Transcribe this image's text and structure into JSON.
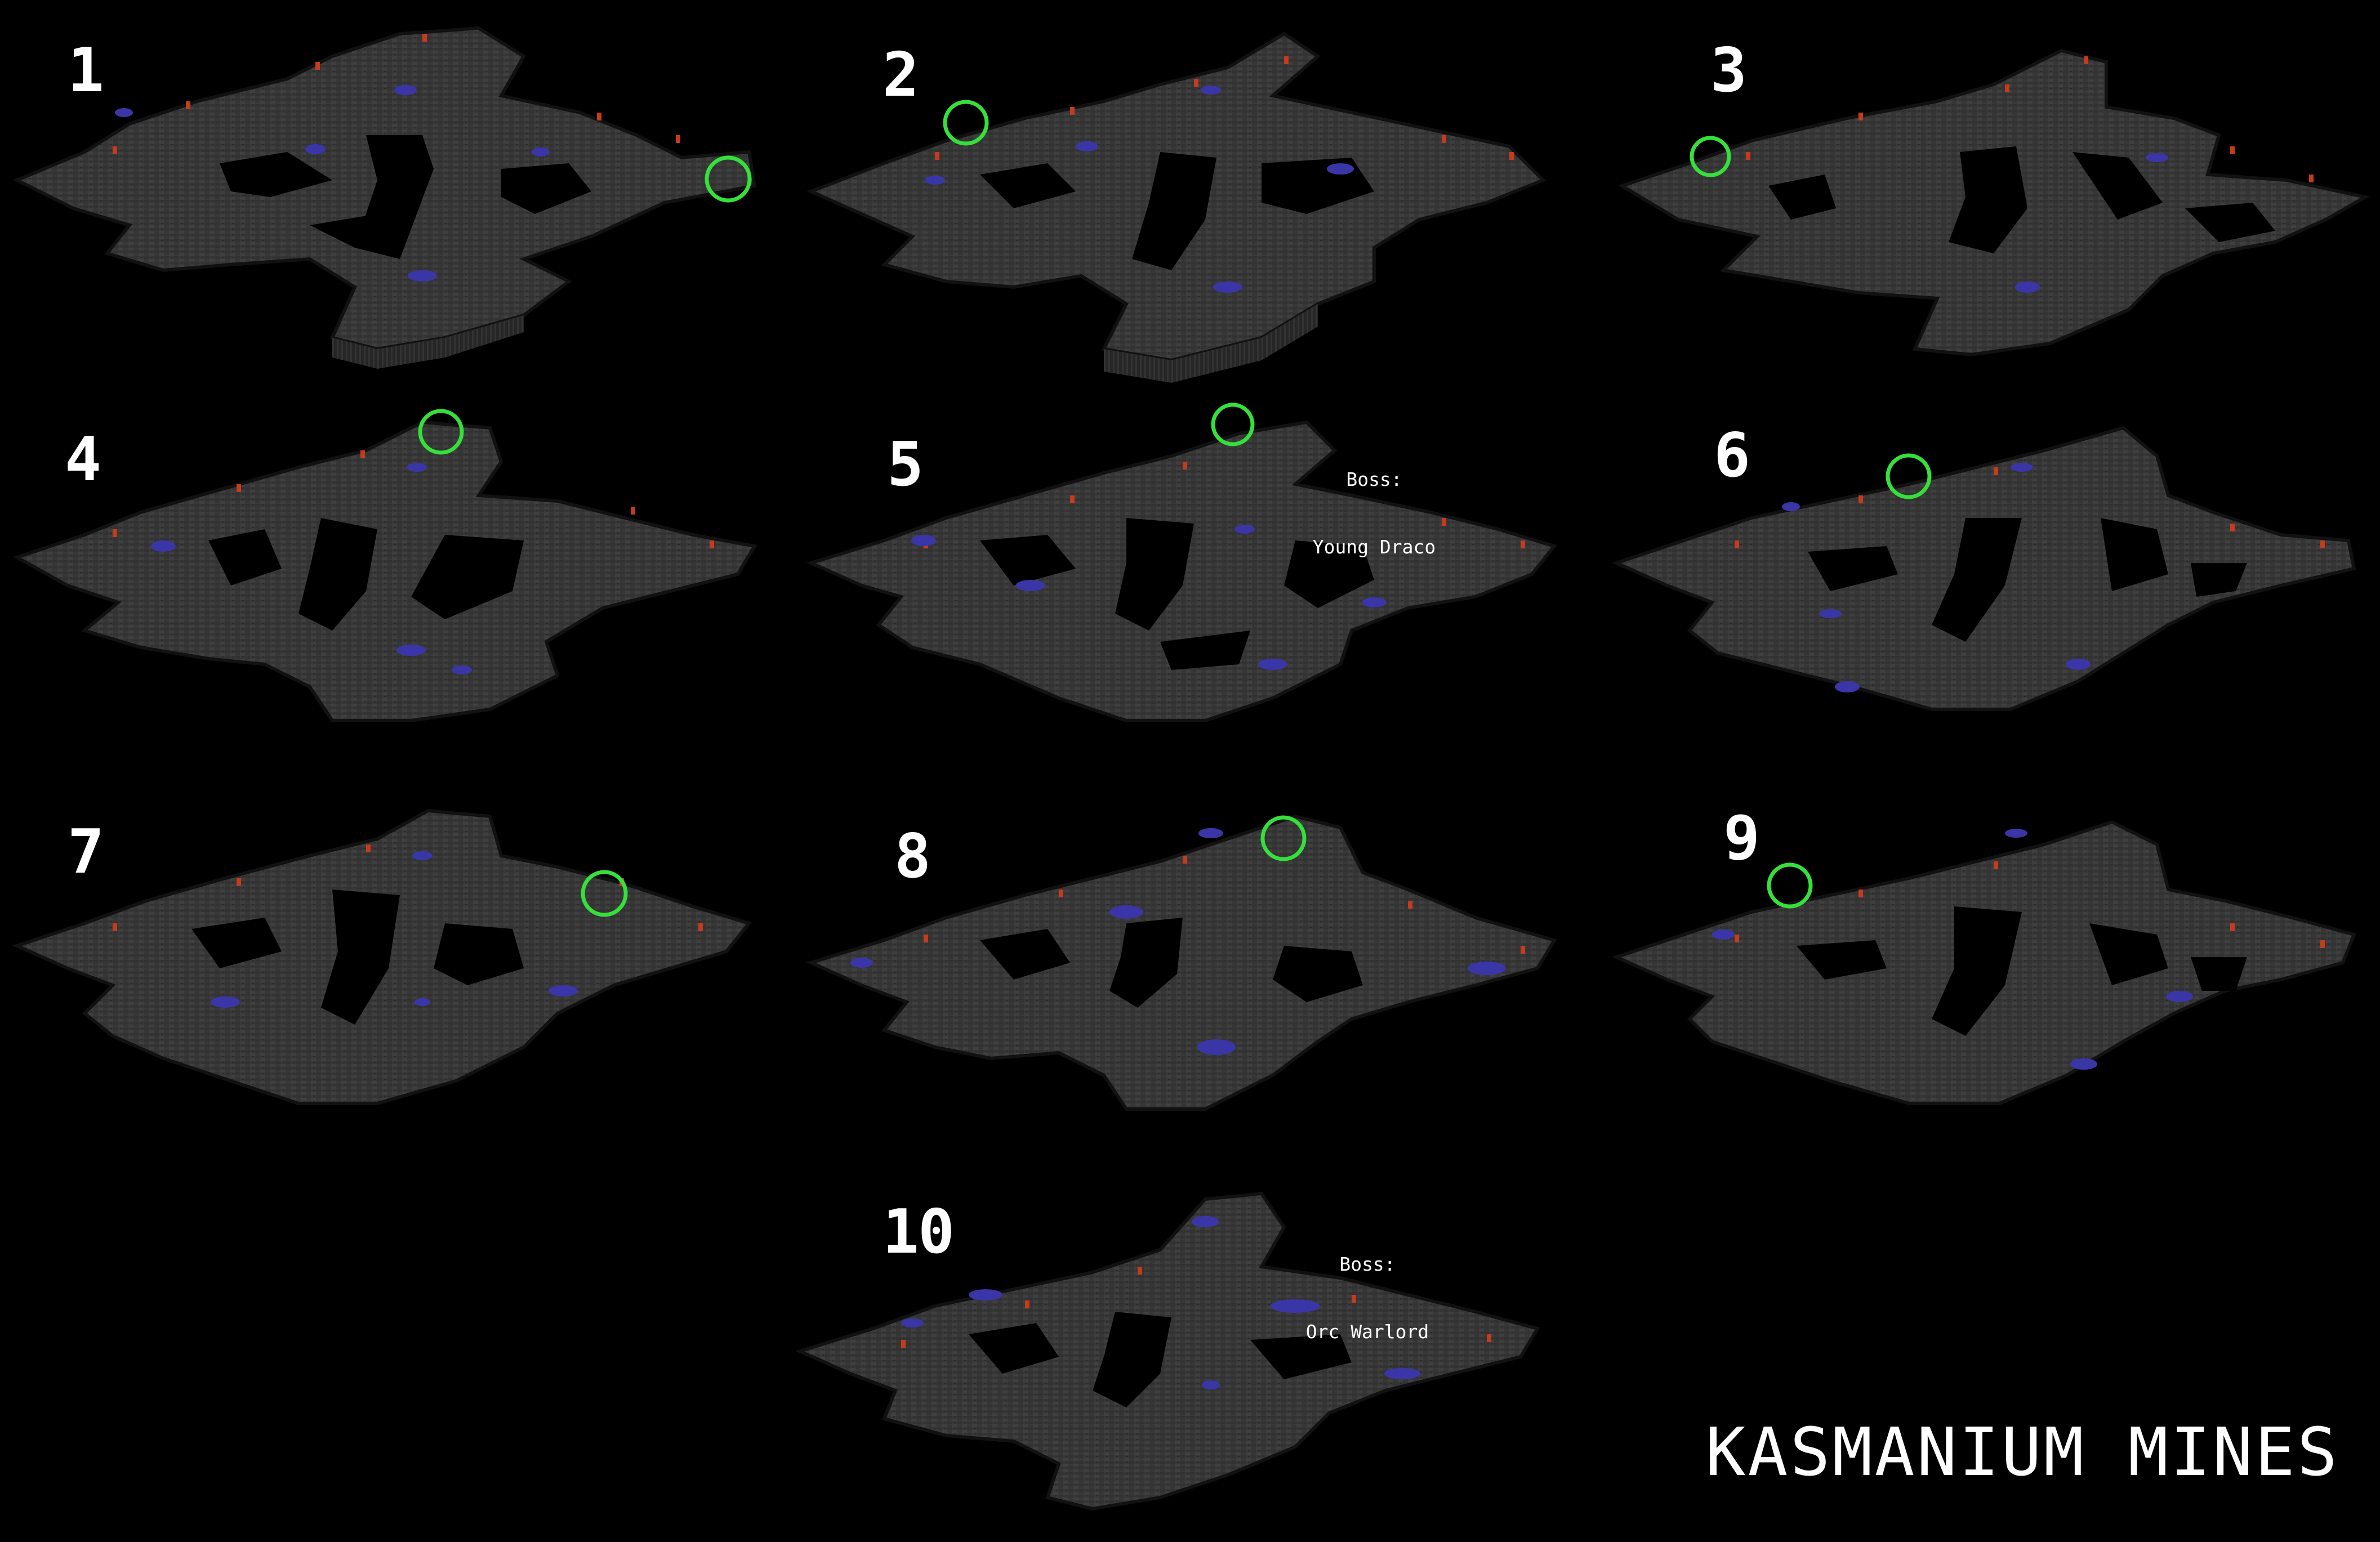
{
  "title": "KASMANIUM MINES",
  "colors": {
    "background": "#000000",
    "cave_floor": "#383838",
    "cave_wall": "#1f1f1f",
    "torch": "#c43b1e",
    "crystal": "#3a36a8",
    "exit_marker": "#35e03b",
    "label": "#ffffff"
  },
  "levels": [
    {
      "number": "1",
      "marker": true,
      "boss": null
    },
    {
      "number": "2",
      "marker": true,
      "boss": null
    },
    {
      "number": "3",
      "marker": true,
      "boss": null
    },
    {
      "number": "4",
      "marker": true,
      "boss": null
    },
    {
      "number": "5",
      "marker": true,
      "boss": {
        "heading": "Boss:",
        "name": "Young Draco"
      }
    },
    {
      "number": "6",
      "marker": true,
      "boss": null
    },
    {
      "number": "7",
      "marker": true,
      "boss": null
    },
    {
      "number": "8",
      "marker": true,
      "boss": null
    },
    {
      "number": "9",
      "marker": true,
      "boss": null
    },
    {
      "number": "10",
      "marker": false,
      "boss": {
        "heading": "Boss:",
        "name": "Orc Warlord"
      }
    }
  ],
  "marker_icon": "green-circle-exit-icon",
  "torch_icon": "torch-icon",
  "crystal_icon": "crystal-ore-icon"
}
